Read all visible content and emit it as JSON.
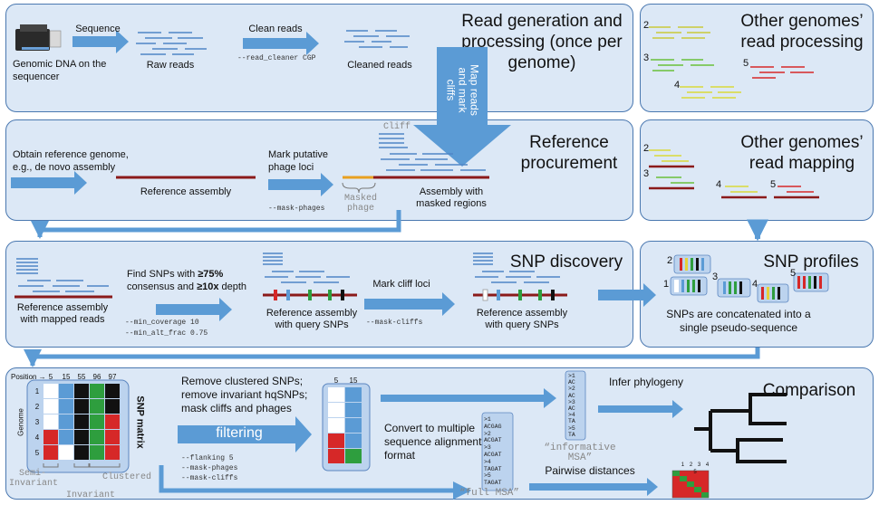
{
  "panels": {
    "read_gen": {
      "title": "Read generation and processing (once per genome)"
    },
    "other_proc": {
      "title": "Other genomes’ read processing"
    },
    "ref": {
      "title": "Reference procurement"
    },
    "other_map": {
      "title": "Other genomes’ read mapping"
    },
    "snp": {
      "title": "SNP discovery"
    },
    "profiles": {
      "title": "SNP profiles"
    },
    "comparison": {
      "title": "Comparison"
    }
  },
  "read_gen": {
    "dna_label": "Genomic DNA on the sequencer",
    "sequence": "Sequence",
    "raw_reads": "Raw reads",
    "clean_reads": "Clean reads",
    "read_cleaner": "--read_cleaner CGP",
    "cleaned_reads": "Cleaned reads",
    "map_label": "Map reads and mark cliffs"
  },
  "ref": {
    "obtain": "Obtain reference genome, e.g., de novo assembly",
    "ref_assembly": "Reference assembly",
    "mark_phage": "Mark putative phage loci",
    "mask_phages": "--mask-phages",
    "cliff": "Cliff",
    "masked_phage": "Masked phage",
    "assembly_masked": "Assembly with masked regions"
  },
  "snp": {
    "ref_mapped": "Reference assembly with mapped reads",
    "find_snps_1": "Find SNPs with ",
    "find_snps_pct": "≥75%",
    "find_snps_2": "consensus and ",
    "find_snps_depth": "≥10x",
    "find_snps_3": " depth",
    "min_coverage": "--min_coverage 10",
    "min_alt_frac": "--min_alt_frac 0.75",
    "ref_query_1": "Reference assembly with query SNPs",
    "mark_cliff": "Mark cliff loci",
    "mask_cliffs": "--mask-cliffs",
    "ref_query_2": "Reference assembly with query SNPs"
  },
  "other": {
    "proc_numbers": [
      "2",
      "3",
      "4",
      "5"
    ],
    "map_numbers": [
      "2",
      "3",
      "4",
      "5"
    ],
    "profile_numbers": [
      "1",
      "2",
      "3",
      "4",
      "5"
    ],
    "profiles_caption": "SNPs are concatenated into a single pseudo-sequence"
  },
  "comparison": {
    "position_label": "Position →",
    "positions": [
      "5",
      "15",
      "55",
      "96",
      "97"
    ],
    "genome_label": "Genome",
    "genome_rows": [
      "1",
      "2",
      "3",
      "4",
      "5"
    ],
    "snp_matrix": "SNP matrix",
    "semi_invariant": "Semi-Invariant",
    "invariant": "Invariant",
    "clustered": "Clustered",
    "remove_text": "Remove clustered SNPs; remove invariant hqSNPs; mask cliffs and phages",
    "filtering": "filtering",
    "flanking": "--flanking 5",
    "mask_phages": "--mask-phages",
    "mask_cliffs": "--mask-cliffs",
    "filtered_cols": [
      "5",
      "15"
    ],
    "convert": "Convert to multiple sequence alignment format",
    "full_msa": "“full MSA”",
    "informative_msa": "“informative MSA”",
    "infer": "Infer phylogeny",
    "pairwise": "Pairwise distances",
    "full_msa_lines": [
      ">1",
      "ACGAG",
      ">2",
      "ACGAT",
      ">3",
      "ACGAT",
      ">4",
      "TAGAT",
      ">5",
      "TAGAT"
    ],
    "info_msa_lines": [
      ">1",
      "AC",
      ">2",
      "AC",
      ">3",
      "AC",
      ">4",
      "TA",
      ">5",
      "TA"
    ],
    "dist_labels": [
      "1",
      "2",
      "3",
      "4",
      "5"
    ]
  },
  "colors": {
    "panel_fill": "#dce8f6",
    "panel_border": "#4a78b0",
    "arrow": "#5b9bd5",
    "reference_line": "#8b1a1a",
    "read": "#4f86c6",
    "phage_mask": "#e8a020"
  }
}
